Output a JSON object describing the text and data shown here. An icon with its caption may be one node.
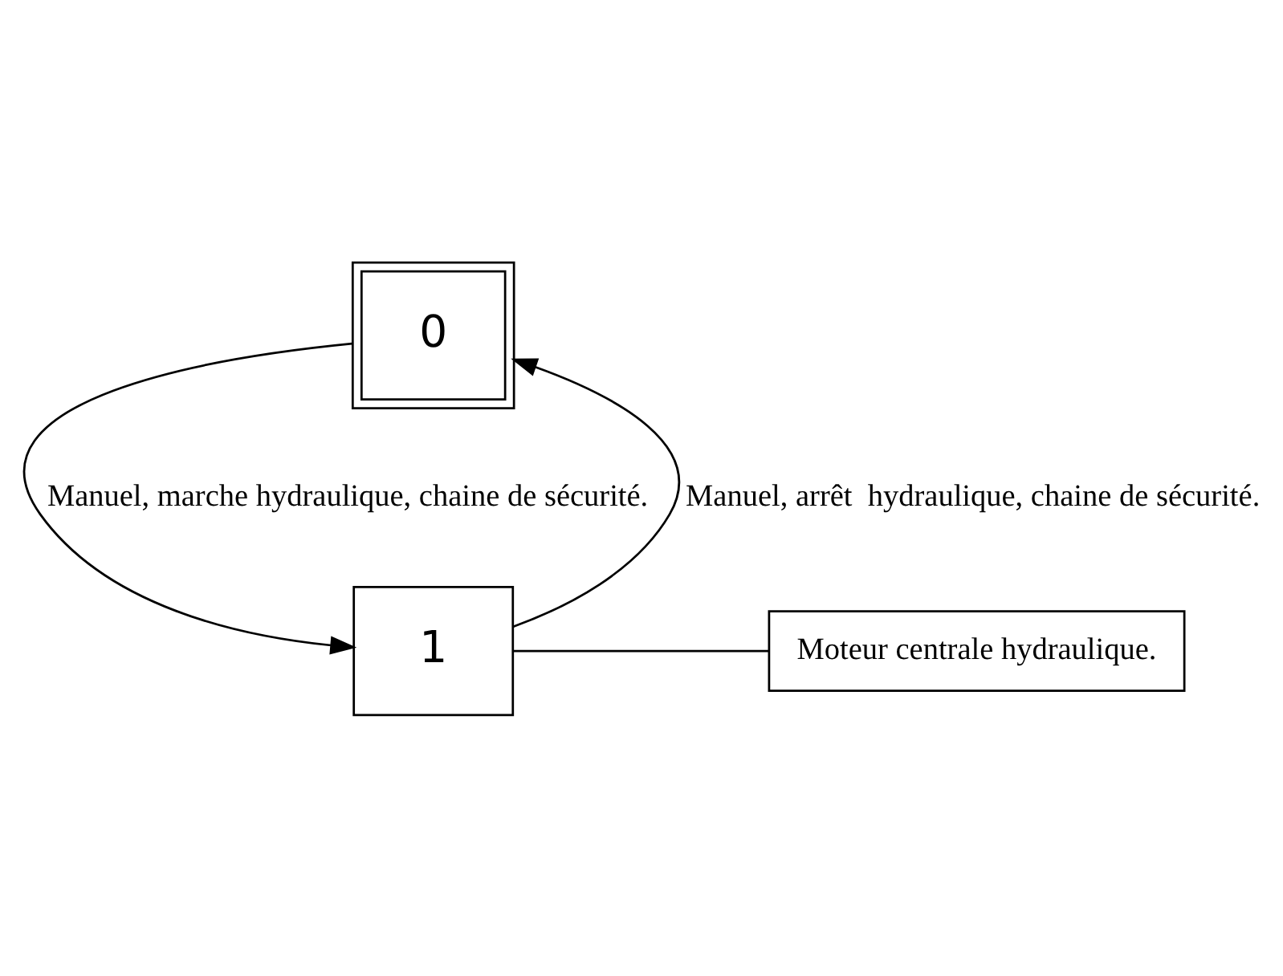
{
  "diagram": {
    "nodes": [
      {
        "text": [
          "0"
        ]
      },
      {
        "text": [
          "1"
        ]
      },
      {
        "text": [
          "Moteur centrale hydraulique."
        ]
      }
    ],
    "edges": [
      {
        "from": 0,
        "to": 1,
        "arrow": "to",
        "label": "Manuel, marche hydraulique, chaine de sécurité."
      },
      {
        "from": 1,
        "to": 2,
        "arrow": "none"
      },
      {
        "from": 1,
        "to": 0,
        "arrow": "to",
        "label": "Manuel, arrêt  hydraulique, chaine de sécurité."
      }
    ]
  }
}
